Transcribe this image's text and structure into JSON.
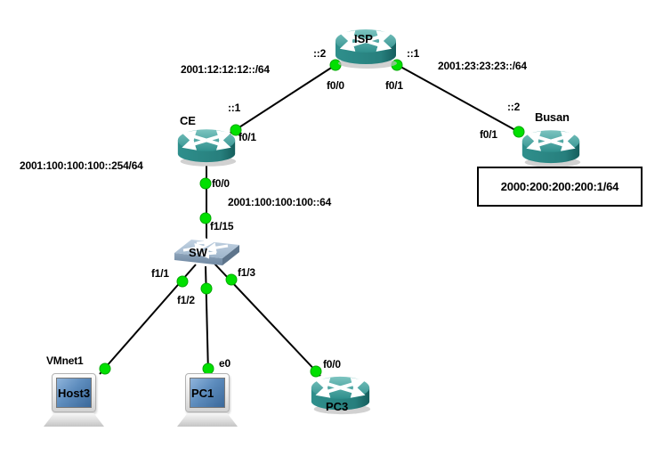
{
  "devices": {
    "isp": {
      "label": "ISP",
      "type": "router"
    },
    "ce": {
      "label": "CE",
      "type": "router"
    },
    "busan": {
      "label": "Busan",
      "type": "router"
    },
    "sw": {
      "label": "SW",
      "type": "switch"
    },
    "host3": {
      "label": "Host3",
      "type": "host"
    },
    "pc1": {
      "label": "PC1",
      "type": "host"
    },
    "pc3": {
      "label": "PC3",
      "type": "router"
    }
  },
  "links": {
    "isp_ce": {
      "network": "2001:12:12:12::/64",
      "a_iface": "f0/0",
      "a_addr": "::2",
      "b_iface": "f0/1",
      "b_addr": "::1"
    },
    "isp_busan": {
      "network": "2001:23:23:23::/64",
      "a_iface": "f0/1",
      "a_addr": "::1",
      "b_iface": "f0/1",
      "b_addr": "::2"
    },
    "ce_sw": {
      "network": "2001:100:100:100::64",
      "a_iface": "f0/0",
      "b_iface": "f1/15"
    },
    "sw_host3": {
      "a_iface": "f1/1",
      "b_adapter": "VMnet1"
    },
    "sw_pc1": {
      "a_iface": "f1/2",
      "b_iface": "e0"
    },
    "sw_pc3": {
      "a_iface": "f1/3",
      "b_iface": "f0/0"
    }
  },
  "annotations": {
    "ce_lan_prefix": "2001:100:100:100::254/64",
    "busan_note": "2000:200:200:200:1/64"
  },
  "colors": {
    "wire": "#000000",
    "status_dot": "#00e000",
    "router_teal": "#2e8f8c",
    "switch_slate": "#8fa6bc",
    "screen_blue": "#4a7db3"
  }
}
